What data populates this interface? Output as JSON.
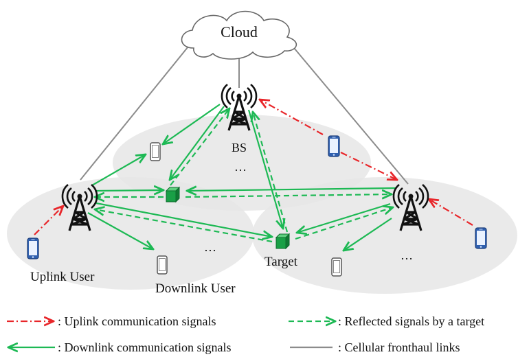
{
  "cloud": {
    "label": "Cloud"
  },
  "bs": {
    "label": "BS"
  },
  "labels": {
    "uplink_user": "Uplink User",
    "downlink_user": "Downlink User",
    "target": "Target",
    "ellipsis": "…"
  },
  "legend": {
    "uplink": ": Uplink communication signals",
    "reflected": ": Reflected signals by a target",
    "downlink": ": Downlink communication signals",
    "fronthaul": ": Cellular fronthaul links"
  },
  "colors": {
    "uplink": "#e8262a",
    "downlink": "#1db954",
    "fronthaul": "#8c8c8c",
    "cell": "#e6e6e6",
    "target": "#1aa34a",
    "phone": "#3b73c4"
  },
  "icons": {
    "tower": "cell-tower-icon",
    "phone_active": "smartphone-blue-icon",
    "phone_idle": "smartphone-outline-icon",
    "target": "green-cube-icon",
    "cloud": "cloud-icon"
  }
}
